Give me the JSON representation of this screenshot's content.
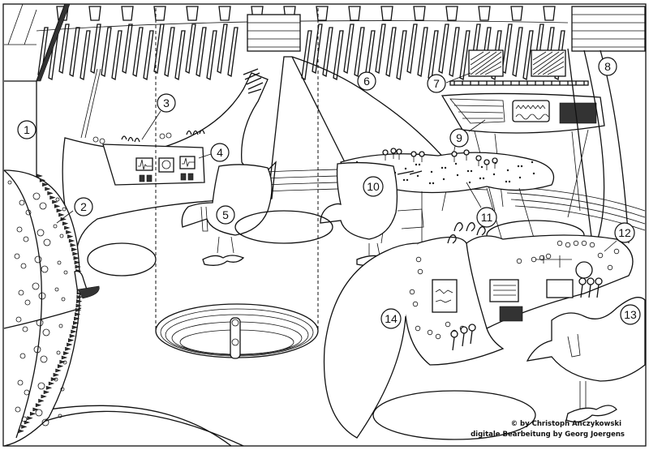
{
  "illustration": {
    "subject": "Spaceship control room line drawing",
    "callouts": [
      {
        "number": "1"
      },
      {
        "number": "2"
      },
      {
        "number": "3"
      },
      {
        "number": "4"
      },
      {
        "number": "5"
      },
      {
        "number": "6"
      },
      {
        "number": "7"
      },
      {
        "number": "8"
      },
      {
        "number": "9"
      },
      {
        "number": "10"
      },
      {
        "number": "11"
      },
      {
        "number": "12"
      },
      {
        "number": "13"
      },
      {
        "number": "14"
      }
    ]
  },
  "credits": {
    "author": "© by Christoph Anczykowski",
    "editor": "digitale Bearbeitung by Georg Joergens"
  }
}
